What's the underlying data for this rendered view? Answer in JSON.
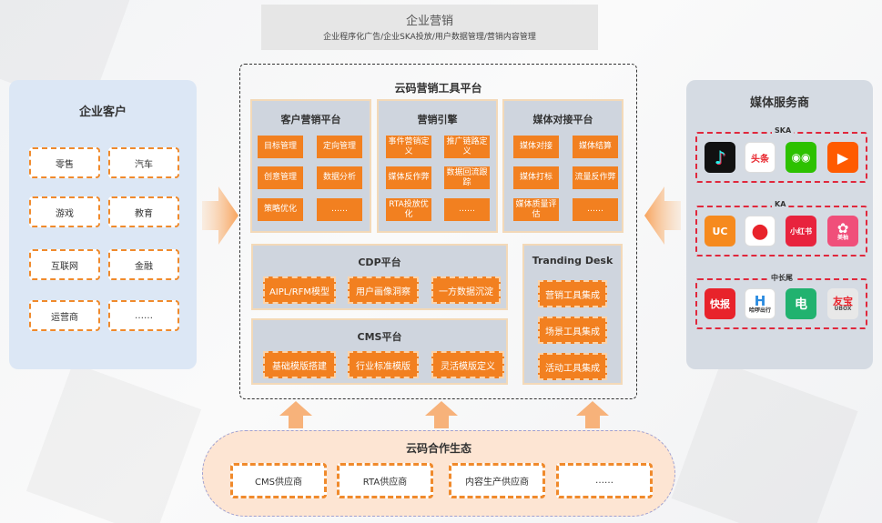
{
  "top_banner": {
    "title": "企业营销",
    "subtitle": "企业程序化广告/企业SKA投放/用户数据管理/营销内容管理"
  },
  "left_panel": {
    "title": "企业客户",
    "items": [
      "零售",
      "汽车",
      "游戏",
      "教育",
      "互联网",
      "金融",
      "运营商",
      "……"
    ]
  },
  "platform": {
    "title": "云码营销工具平台",
    "customer_marketing": {
      "title": "客户营销平台",
      "cells": [
        "目标管理",
        "定向管理",
        "创意管理",
        "数据分析",
        "策略优化",
        "……"
      ]
    },
    "marketing_engine": {
      "title": "营销引擎",
      "cells": [
        "事件营销定义",
        "推广链路定义",
        "媒体反作弊",
        "数据回流跟踪",
        "RTA投放优化",
        "……"
      ]
    },
    "media_docking": {
      "title": "媒体对接平台",
      "cells": [
        "媒体对接",
        "媒体结算",
        "媒体打标",
        "流量反作弊",
        "媒体质量评估",
        "……"
      ]
    },
    "cdp": {
      "title": "CDP平台",
      "cells": [
        "AIPL/RFM模型",
        "用户画像洞察",
        "一方数据沉淀"
      ]
    },
    "cms": {
      "title": "CMS平台",
      "cells": [
        "基础模版搭建",
        "行业标准模版",
        "灵活模版定义"
      ]
    },
    "trading_desk": {
      "title": "Tranding Desk",
      "cells": [
        "营销工具集成",
        "场景工具集成",
        "活动工具集成"
      ]
    }
  },
  "right_panel": {
    "title": "媒体服务商",
    "groups": [
      {
        "label": "SKA",
        "icons": [
          {
            "name": "douyin-icon",
            "glyph": "♪",
            "color": "#111111"
          },
          {
            "name": "toutiao-icon",
            "glyph": "头条",
            "color": "#e8232b"
          },
          {
            "name": "wechat-icon",
            "glyph": "◉◉",
            "color": "#2dc100"
          },
          {
            "name": "kuaishou-icon",
            "glyph": "▶",
            "color": "#ff5b00"
          }
        ]
      },
      {
        "label": "KA",
        "icons": [
          {
            "name": "uc-browser-icon",
            "glyph": "UC",
            "color": "#f68a1e"
          },
          {
            "name": "tomato-novel-icon",
            "glyph": "●",
            "color": "#e8232b"
          },
          {
            "name": "xiaohongshu-icon",
            "glyph": "小红书",
            "color": "#e8233d"
          },
          {
            "name": "meiyou-icon",
            "glyph": "✿",
            "color": "#f04f7a"
          }
        ]
      },
      {
        "label": "中长尾",
        "icons": [
          {
            "name": "kuaibao-icon",
            "glyph": "快报",
            "color": "#e8232b"
          },
          {
            "name": "haluo-icon",
            "glyph": "H",
            "color": "#2a8be0"
          },
          {
            "name": "dianxin-icon",
            "glyph": "电",
            "color": "#21b26f"
          },
          {
            "name": "youbao-icon",
            "glyph": "友宝",
            "color": "#e8e8e8"
          }
        ]
      }
    ],
    "icon_captions": {
      "meiyou": "美柚",
      "haluo": "哈啰出行",
      "youbao": "UBOX"
    }
  },
  "ecosystem": {
    "title": "云码合作生态",
    "items": [
      "CMS供应商",
      "RTA供应商",
      "内容生产供应商",
      "……"
    ]
  },
  "colors": {
    "accent_orange": "#f28020",
    "module_gray": "#cfd5de",
    "left_panel_blue": "#dce7f5",
    "dashed_red": "#e0283c"
  }
}
